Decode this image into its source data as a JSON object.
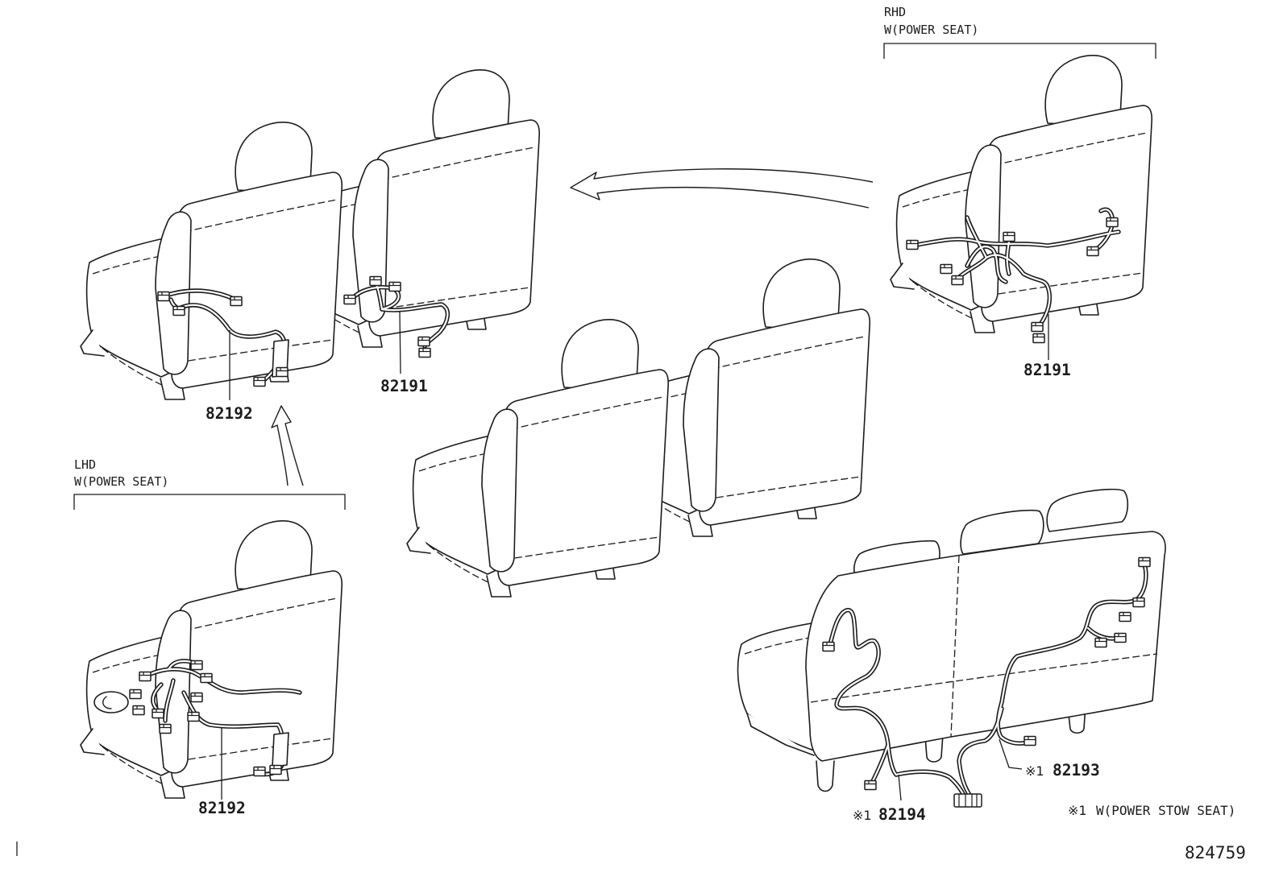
{
  "colors": {
    "ink": "#1c1c1c",
    "paper": "#ffffff"
  },
  "rhd_group": {
    "drive": "RHD",
    "variant": "W(POWER SEAT)",
    "part_no": "82191"
  },
  "lhd_group": {
    "drive": "LHD",
    "variant": "W(POWER SEAT)",
    "part_no": "82192"
  },
  "front_pair": {
    "part_no_left": "82192",
    "part_no_right": "82191"
  },
  "third_row": {
    "harness_a": {
      "mark": "※1",
      "part_no": "82193"
    },
    "harness_b": {
      "mark": "※1",
      "part_no": "82194"
    }
  },
  "footnote": {
    "mark": "※1",
    "text": "W(POWER STOW SEAT)"
  },
  "illustration_no": "824759"
}
